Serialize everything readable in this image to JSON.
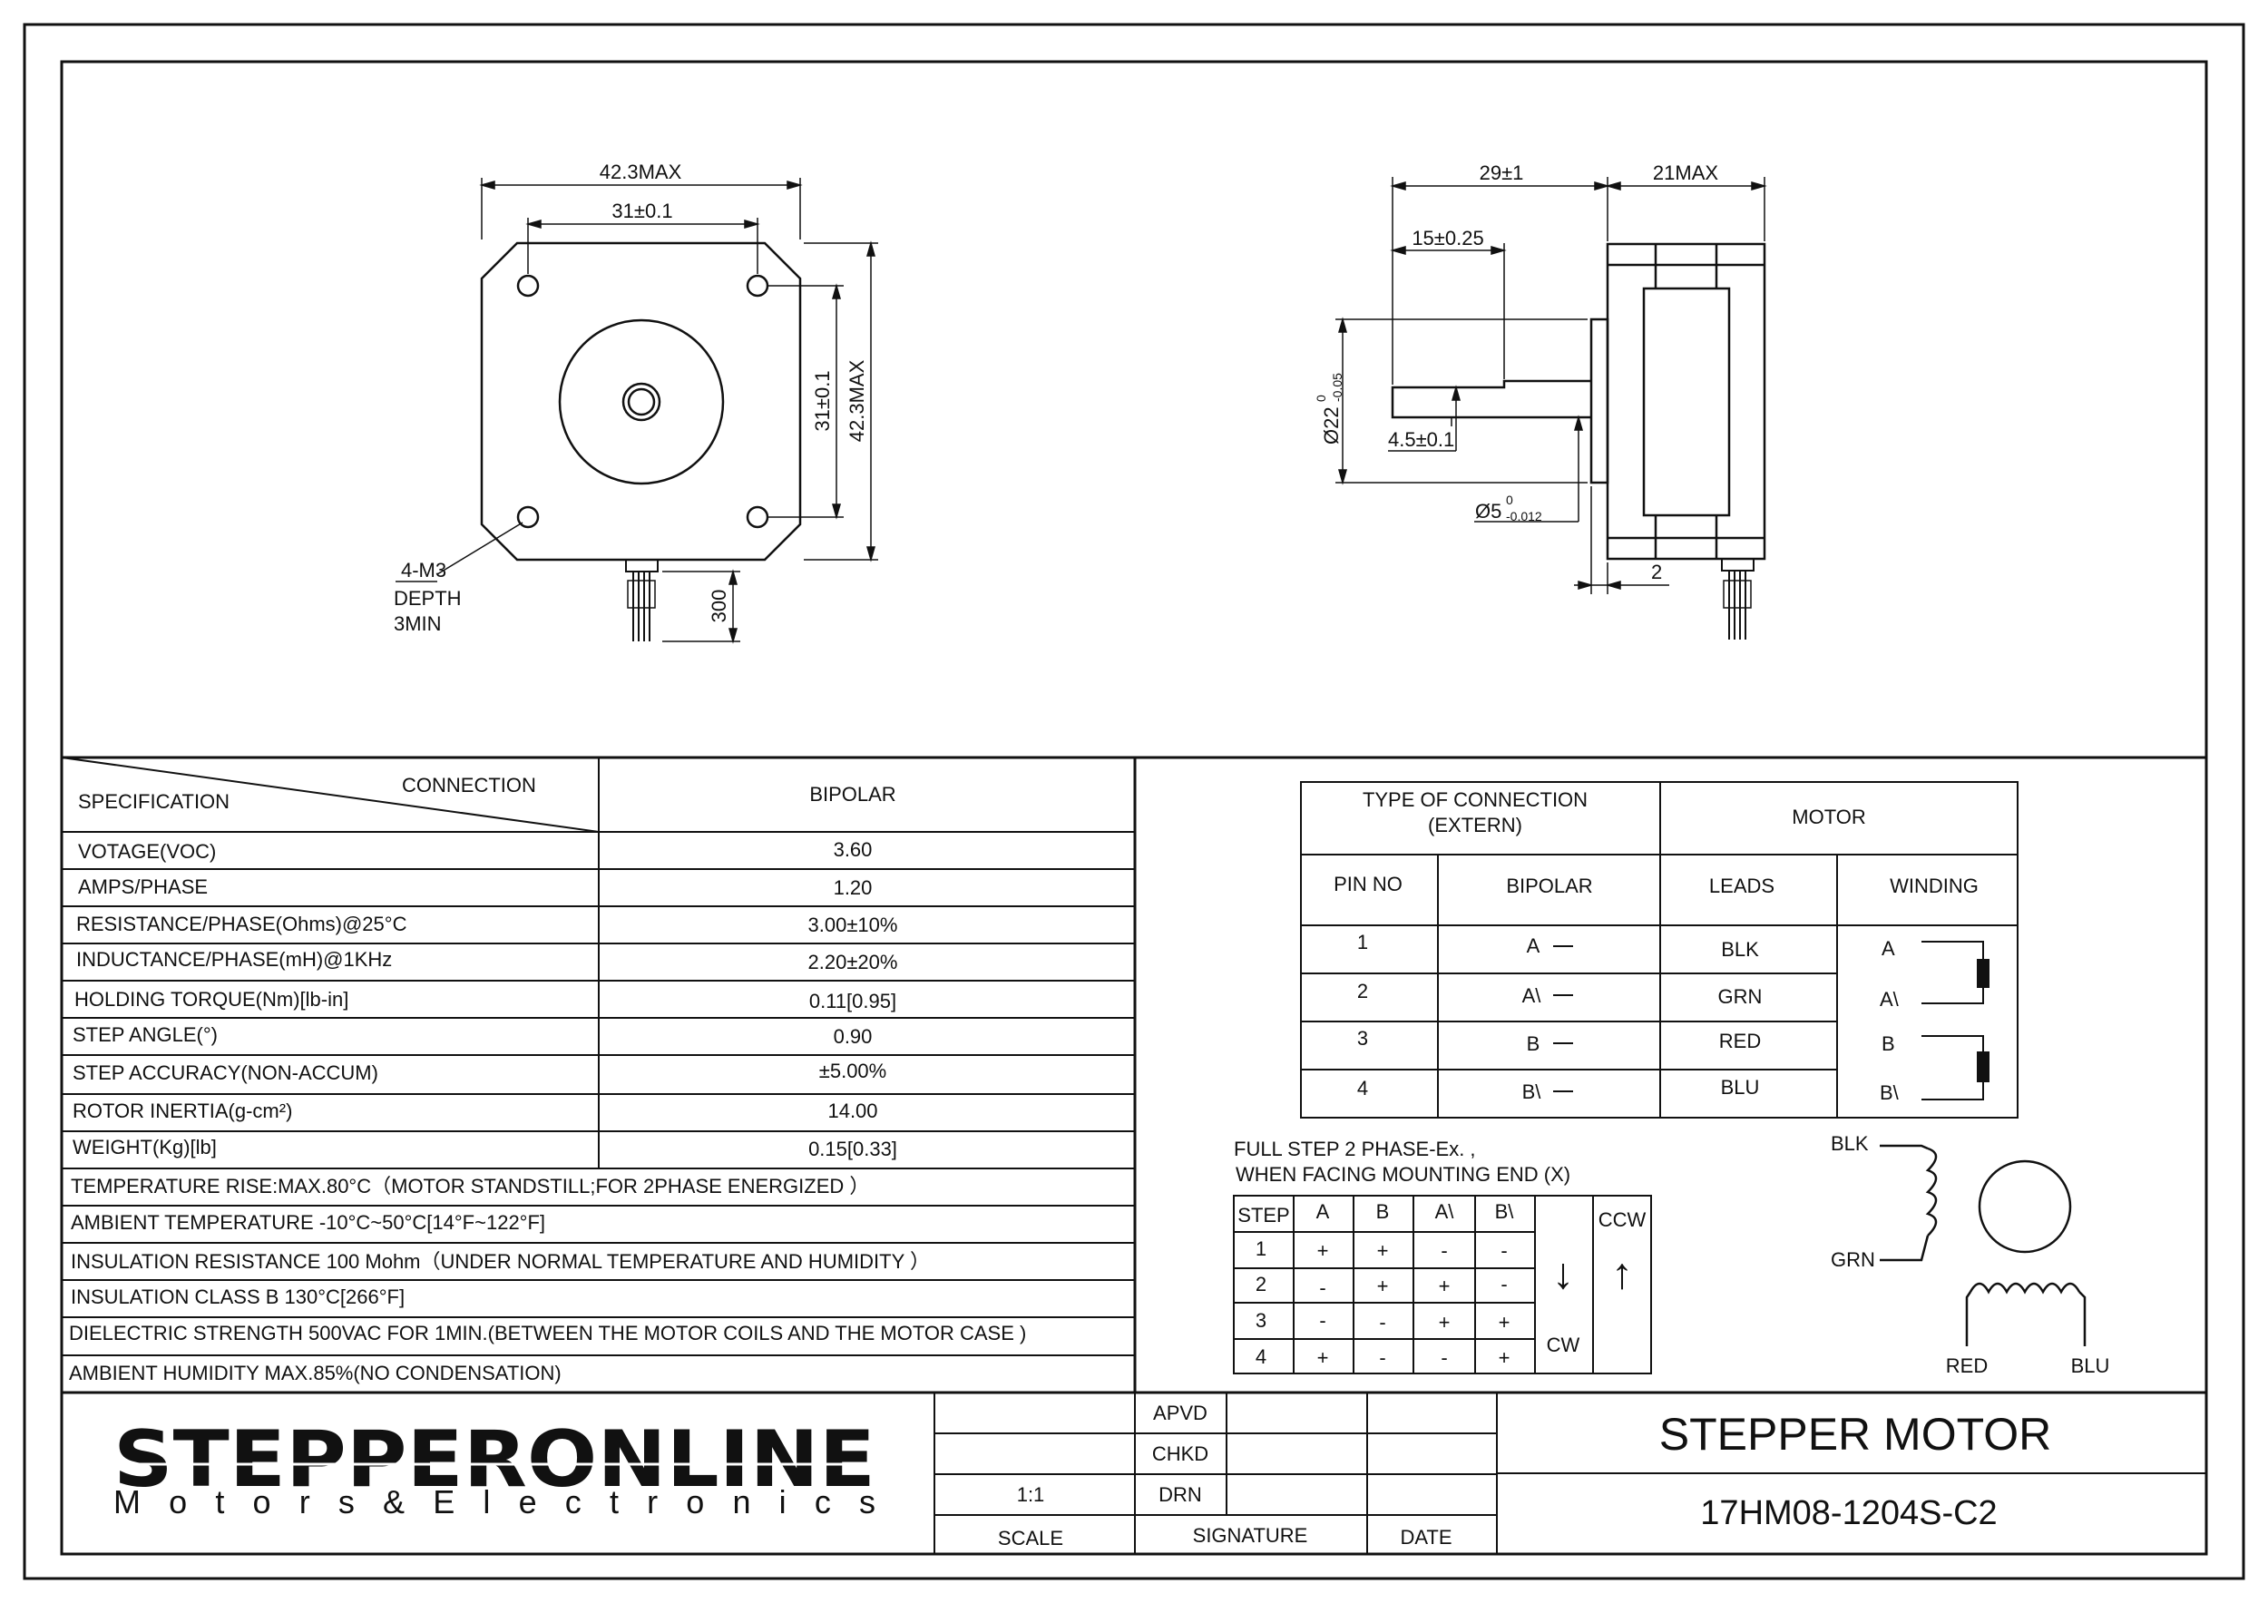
{
  "front_view": {
    "width_max": "42.3MAX",
    "hole_spacing_x": "31±0.1",
    "hole_spacing_y": "31±0.1",
    "height_max": "42.3MAX",
    "lead_length": "300",
    "hole_note": [
      "4-M3",
      "DEPTH",
      "3MIN"
    ]
  },
  "side_view": {
    "shaft_total": "29±1",
    "body_length": "21MAX",
    "flat_length": "15±0.25",
    "flat_depth": "4.5±0.1",
    "boss_diameter": "Ø22",
    "boss_tol_upper": "0",
    "boss_tol_lower": "-0.05",
    "shaft_diameter": "Ø5",
    "shaft_tol_upper": "0",
    "shaft_tol_lower": "-0.012",
    "boss_height": "2"
  },
  "spec_table": {
    "header_left": "SPECIFICATION",
    "header_diag": "CONNECTION",
    "header_right": "BIPOLAR",
    "rows": [
      {
        "label": "VOTAGE(VOC)",
        "value": "3.60"
      },
      {
        "label": "AMPS/PHASE",
        "value": "1.20"
      },
      {
        "label": "RESISTANCE/PHASE(Ohms)@25°C",
        "value": "3.00±10%"
      },
      {
        "label": "INDUCTANCE/PHASE(mH)@1KHz",
        "value": "2.20±20%"
      },
      {
        "label": "HOLDING TORQUE(Nm)[lb-in]",
        "value": "0.11[0.95]"
      },
      {
        "label": "STEP ANGLE(°)",
        "value": "0.90"
      },
      {
        "label": "STEP ACCURACY(NON-ACCUM)",
        "value": "±5.00%"
      },
      {
        "label": "ROTOR INERTIA(g-cm²)",
        "value": "14.00"
      },
      {
        "label": "WEIGHT(Kg)[lb]",
        "value": "0.15[0.33]"
      }
    ],
    "notes": [
      "TEMPERATURE RISE:MAX.80°C（MOTOR STANDSTILL;FOR 2PHASE ENERGIZED ）",
      "AMBIENT TEMPERATURE -10°C~50°C[14°F~122°F]",
      "INSULATION RESISTANCE 100 Mohm（UNDER NORMAL TEMPERATURE AND HUMIDITY ）",
      "INSULATION CLASS B 130°C[266°F]",
      "DIELECTRIC STRENGTH 500VAC FOR 1MIN.(BETWEEN THE MOTOR COILS AND THE MOTOR CASE )",
      "AMBIENT HUMIDITY MAX.85%(NO CONDENSATION)"
    ]
  },
  "connection_table": {
    "type_label_line1": "TYPE OF CONNECTION",
    "type_label_line2": "(EXTERN)",
    "motor_label": "MOTOR",
    "col_pin": "PIN NO",
    "col_bipolar": "BIPOLAR",
    "col_leads": "LEADS",
    "col_winding": "WINDING",
    "rows": [
      {
        "pin": "1",
        "bipolar": "A",
        "lead": "BLK",
        "winding": "A"
      },
      {
        "pin": "2",
        "bipolar": "A\\",
        "lead": "GRN",
        "winding": "A\\"
      },
      {
        "pin": "3",
        "bipolar": "B",
        "lead": "RED",
        "winding": "B"
      },
      {
        "pin": "4",
        "bipolar": "B\\",
        "lead": "BLU",
        "winding": "B\\"
      }
    ]
  },
  "step_sequence": {
    "title_line1": "FULL STEP  2 PHASE-Ex. ,",
    "title_line2": "WHEN FACING MOUNTING END (X)",
    "headers": [
      "STEP",
      "A",
      "B",
      "A\\",
      "B\\"
    ],
    "rows": [
      [
        "1",
        "+",
        "+",
        "-",
        "-"
      ],
      [
        "2",
        "-",
        "+",
        "+",
        "-"
      ],
      [
        "3",
        "-",
        "-",
        "+",
        "+"
      ],
      [
        "4",
        "+",
        "-",
        "-",
        "+"
      ]
    ],
    "ccw_label": "CCW",
    "cw_label": "CW",
    "down_arrow": "↓",
    "up_arrow": "↑"
  },
  "coil_diagram": {
    "blk": "BLK",
    "grn": "GRN",
    "red": "RED",
    "blu": "BLU"
  },
  "title_block": {
    "brand_name": "STEPPERONLINE",
    "brand_tagline": "Motors&Electronics",
    "brand_color": "#2e5aa8",
    "scale_value": "1:1",
    "scale_label": "SCALE",
    "apvd": "APVD",
    "chkd": "CHKD",
    "drn": "DRN",
    "signature_label": "SIGNATURE",
    "date_label": "DATE",
    "product_title": "STEPPER MOTOR",
    "part_number": "17HM08-1204S-C2"
  }
}
